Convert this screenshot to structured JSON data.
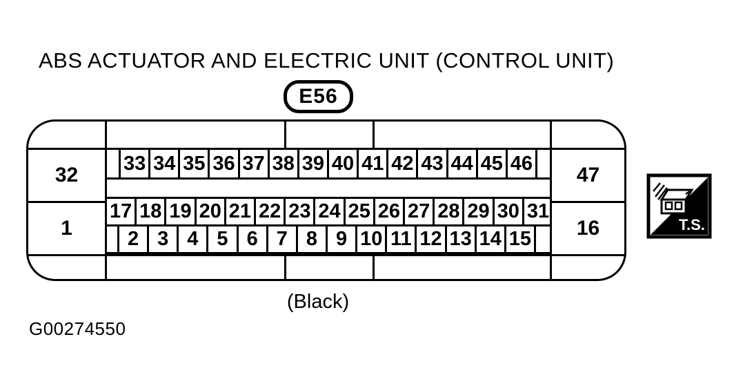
{
  "page": {
    "title": "ABS ACTUATOR AND ELECTRIC UNIT (CONTROL UNIT)",
    "figure_id": "G00274550"
  },
  "connector": {
    "label": "E56",
    "color_note": "(Black)",
    "pin_top_left": "32",
    "pin_bottom_left": "1",
    "pin_top_right": "47",
    "pin_bottom_right": "16",
    "row_a_pins": [
      "33",
      "34",
      "35",
      "36",
      "37",
      "38",
      "39",
      "40",
      "41",
      "42",
      "43",
      "44",
      "45",
      "46"
    ],
    "row_b_pins": [
      "17",
      "18",
      "19",
      "20",
      "21",
      "22",
      "23",
      "24",
      "25",
      "26",
      "27",
      "28",
      "29",
      "30",
      "31"
    ],
    "row_c_pins": [
      "2",
      "3",
      "4",
      "5",
      "6",
      "7",
      "8",
      "9",
      "10",
      "11",
      "12",
      "13",
      "14",
      "15"
    ]
  },
  "probe_icon": {
    "label": "T.S."
  },
  "colors": {
    "ink": "#000000",
    "paper": "#ffffff"
  }
}
